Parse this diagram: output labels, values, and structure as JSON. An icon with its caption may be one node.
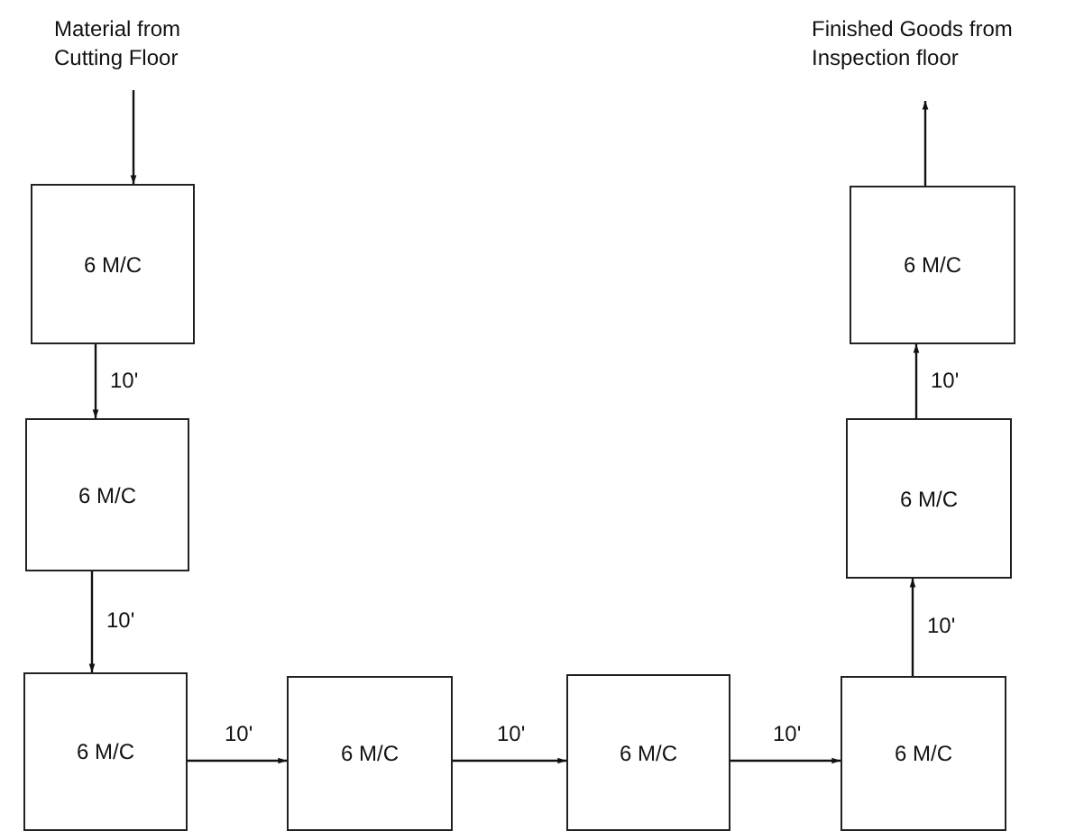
{
  "diagram": {
    "nodes": [
      {
        "text": [
          "Material from Cutting Floor"
        ]
      },
      {
        "text": [
          "6 M/C"
        ]
      },
      {
        "text": [
          "6 M/C"
        ]
      },
      {
        "text": [
          "6 M/C"
        ]
      },
      {
        "text": [
          "6 M/C"
        ]
      },
      {
        "text": [
          "6 M/C"
        ]
      },
      {
        "text": [
          "6 M/C"
        ]
      },
      {
        "text": [
          "6 M/C"
        ]
      },
      {
        "text": [
          "6 M/C"
        ]
      },
      {
        "text": [
          "Finished Goods from Inspection floor"
        ]
      }
    ],
    "edges": [
      {
        "from": 0,
        "to": 1,
        "arrow": "to"
      },
      {
        "from": 1,
        "to": 2,
        "arrow": "to",
        "label": "10'"
      },
      {
        "from": 2,
        "to": 3,
        "arrow": "to",
        "label": "10'"
      },
      {
        "from": 3,
        "to": 4,
        "arrow": "to",
        "label": "10'"
      },
      {
        "from": 4,
        "to": 5,
        "arrow": "to",
        "label": "10'"
      },
      {
        "from": 5,
        "to": 6,
        "arrow": "to",
        "label": "10'"
      },
      {
        "from": 6,
        "to": 7,
        "arrow": "to",
        "label": "10'"
      },
      {
        "from": 7,
        "to": 8,
        "arrow": "to",
        "label": "10'"
      },
      {
        "from": 8,
        "to": 9,
        "arrow": "to"
      }
    ]
  }
}
